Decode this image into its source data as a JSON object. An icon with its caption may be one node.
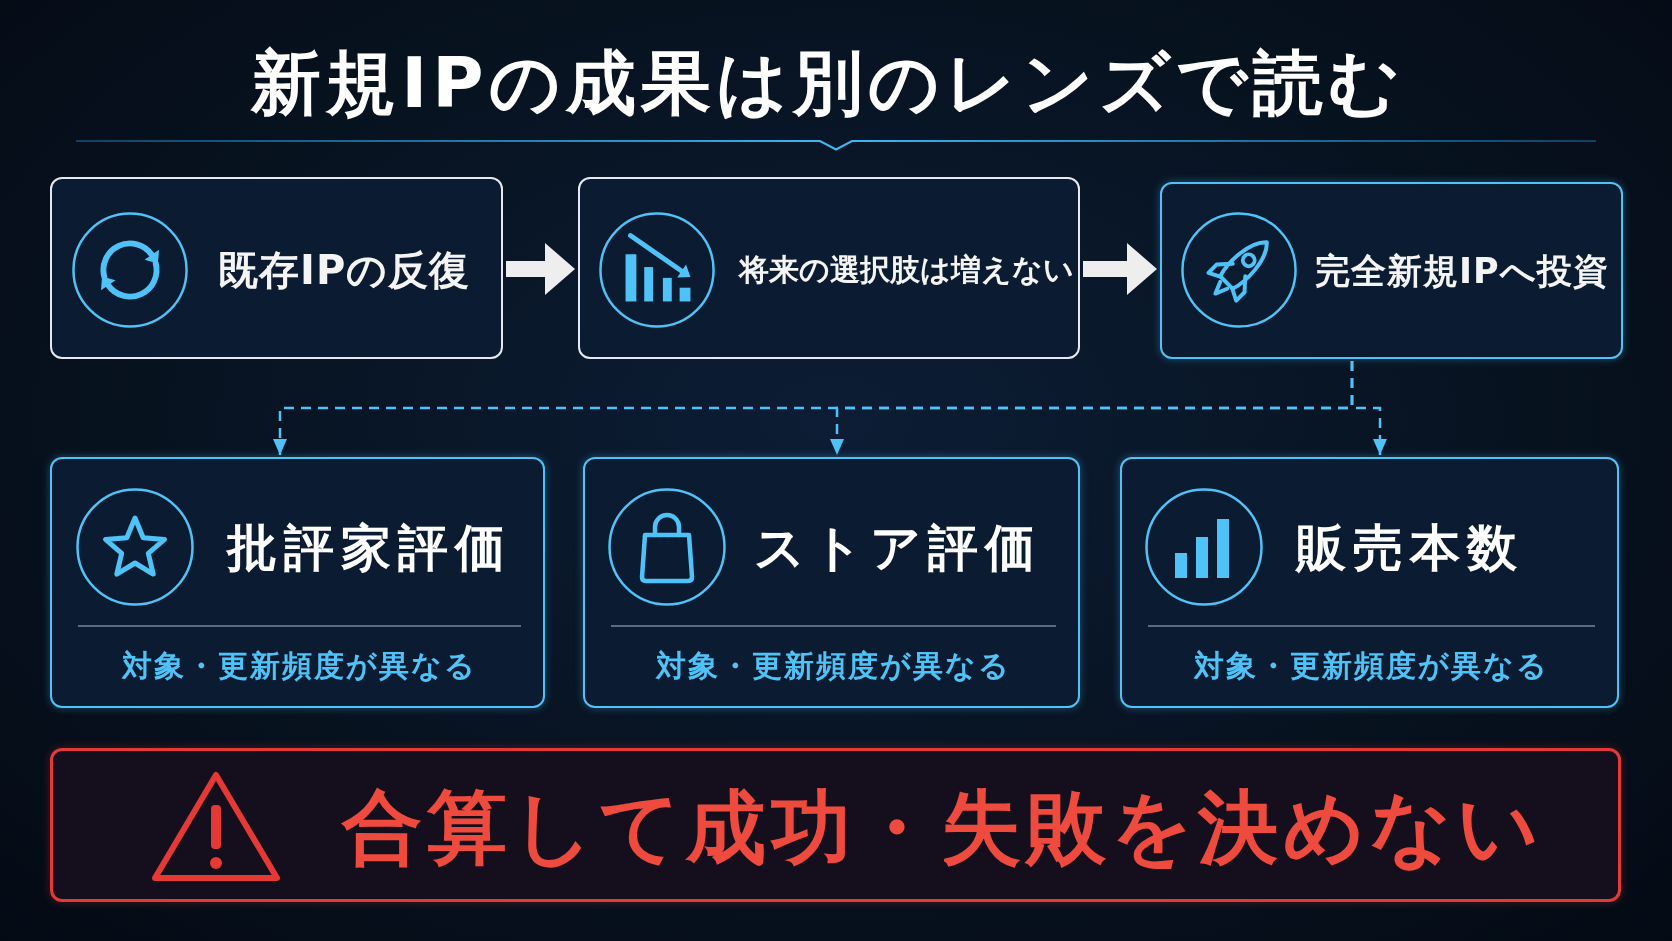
{
  "diagram": {
    "title": "新規IPの成果は別のレンズで読む",
    "nodes": [
      {
        "text": [
          "既存IPの反復"
        ]
      },
      {
        "text": [
          "将来の選択肢は増えない"
        ]
      },
      {
        "text": [
          "完全新規IPへ投資"
        ]
      },
      {
        "text": [
          "批評家評価",
          "対象・更新頻度が異なる"
        ]
      },
      {
        "text": [
          "ストア評価",
          "対象・更新頻度が異なる"
        ]
      },
      {
        "text": [
          "販売本数",
          "対象・更新頻度が異なる"
        ]
      },
      {
        "text": [
          "合算して成功・失敗を決めない"
        ]
      }
    ],
    "edges": [
      {
        "from": 0,
        "to": 1,
        "arrow": "to",
        "style": "thick",
        "color": "#eeeeee"
      },
      {
        "from": 1,
        "to": 2,
        "arrow": "to",
        "style": "thick",
        "color": "#eeeeee"
      },
      {
        "from": 2,
        "to": 3,
        "arrow": "to",
        "style": "dashed"
      },
      {
        "from": 2,
        "to": 4,
        "arrow": "to",
        "style": "dashed"
      },
      {
        "from": 2,
        "to": 5,
        "arrow": "to",
        "style": "dashed"
      }
    ]
  }
}
